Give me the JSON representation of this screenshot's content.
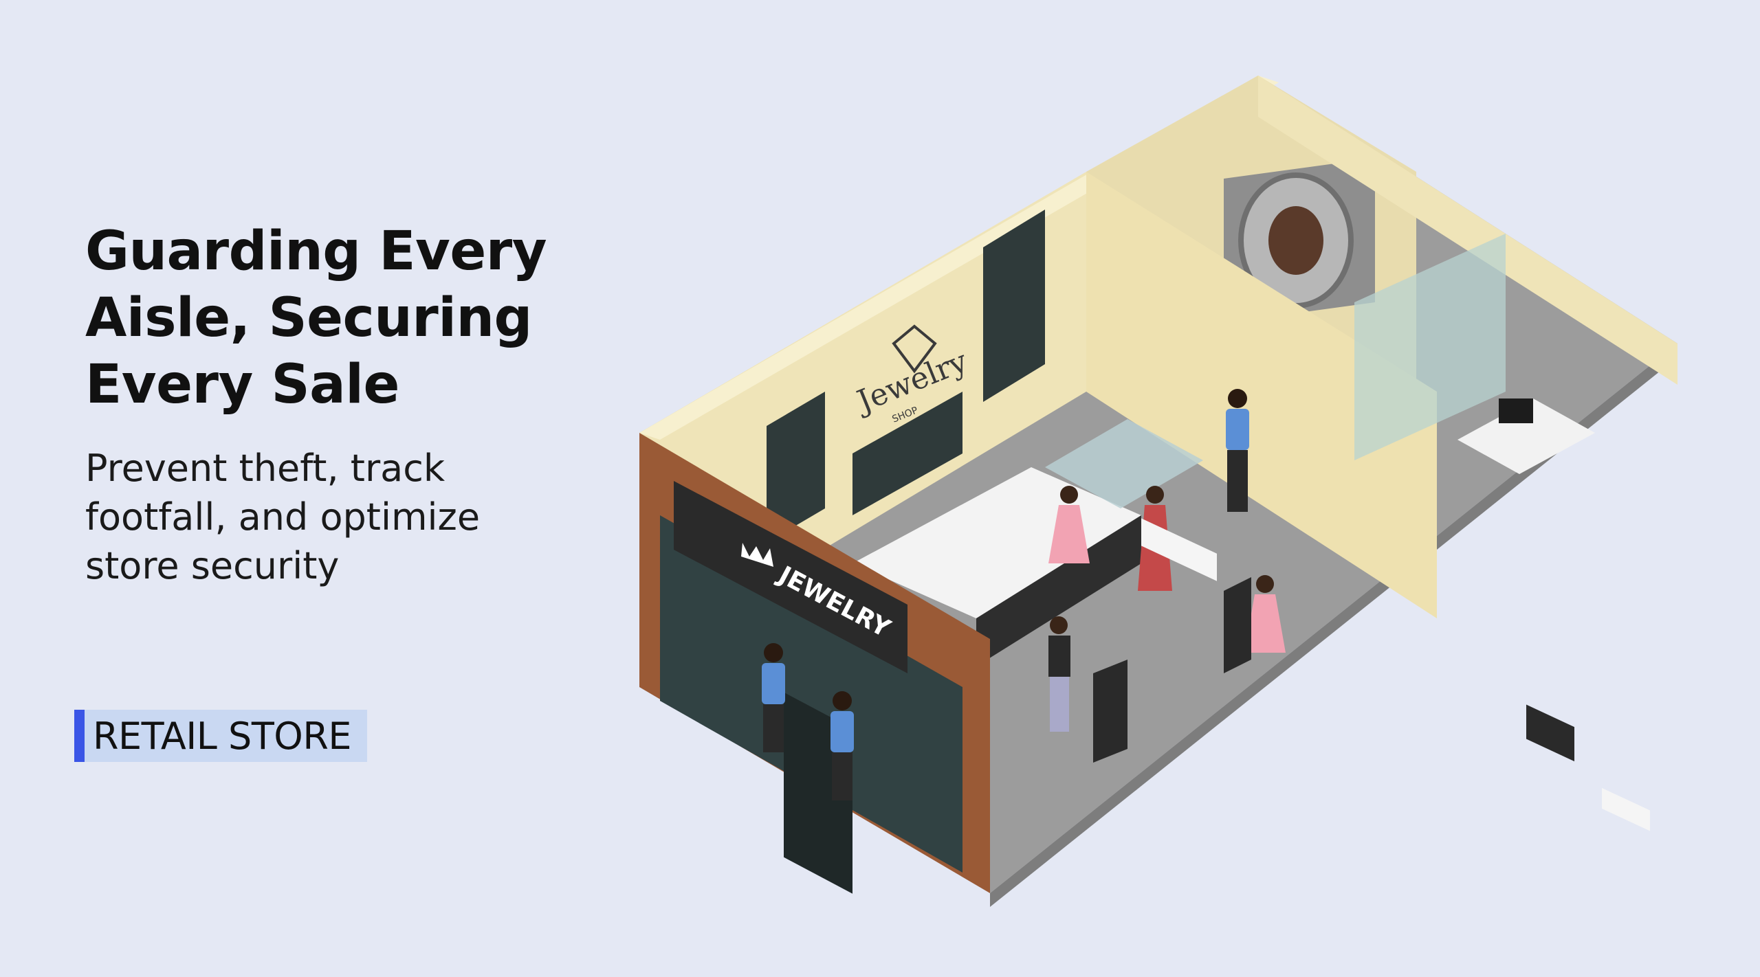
{
  "hero": {
    "headline": "Guarding Every Aisle, Securing Every Sale",
    "subheadline": "Prevent theft, track footfall, and optimize store security",
    "tag_label": "RETAIL STORE",
    "tag_accent_color": "#3a55e6",
    "tag_background_color": "#c9d8f2"
  },
  "illustration": {
    "signs": {
      "wall_sign_main": "Jewelry",
      "wall_sign_sub": "SHOP",
      "storefront_sign": "JEWELRY"
    },
    "icons": [
      "crown-icon",
      "diamond-icon"
    ]
  },
  "colors": {
    "background": "#e4e8f4",
    "wall": "#efe4b8",
    "floor": "#9b9b9b",
    "brick": "#9a5a36"
  }
}
